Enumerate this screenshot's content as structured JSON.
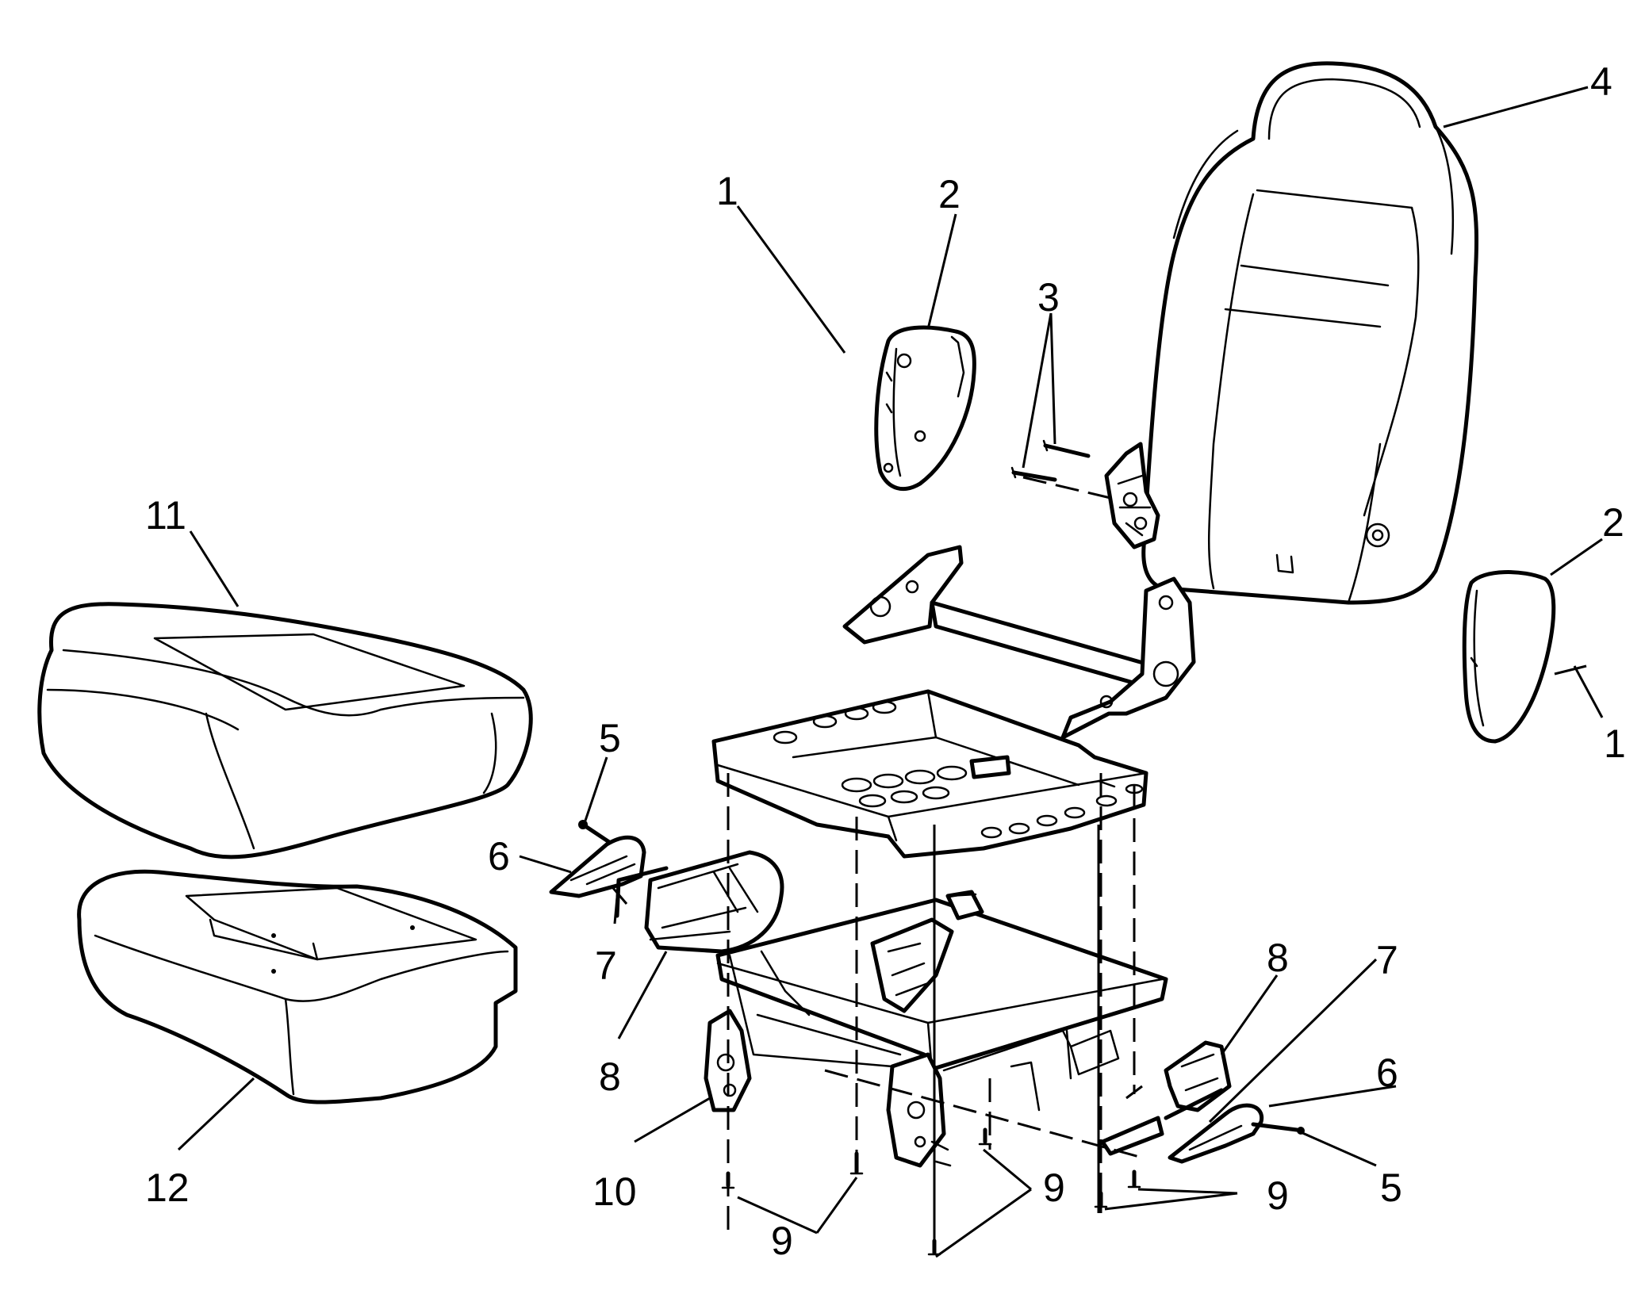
{
  "callouts": [
    {
      "id": "c-1-upper",
      "text": "1"
    },
    {
      "id": "c-2-upper",
      "text": "2"
    },
    {
      "id": "c-3",
      "text": "3"
    },
    {
      "id": "c-4",
      "text": "4"
    },
    {
      "id": "c-2-right",
      "text": "2"
    },
    {
      "id": "c-1-right",
      "text": "1"
    },
    {
      "id": "c-11",
      "text": "11"
    },
    {
      "id": "c-5-left",
      "text": "5"
    },
    {
      "id": "c-6-left",
      "text": "6"
    },
    {
      "id": "c-7-left",
      "text": "7"
    },
    {
      "id": "c-8-left",
      "text": "8"
    },
    {
      "id": "c-12",
      "text": "12"
    },
    {
      "id": "c-10",
      "text": "10"
    },
    {
      "id": "c-9-bottom-left",
      "text": "9"
    },
    {
      "id": "c-9-center",
      "text": "9"
    },
    {
      "id": "c-9-right",
      "text": "9"
    },
    {
      "id": "c-8-right",
      "text": "8"
    },
    {
      "id": "c-7-right",
      "text": "7"
    },
    {
      "id": "c-6-right",
      "text": "6"
    },
    {
      "id": "c-5-right",
      "text": "5"
    }
  ]
}
